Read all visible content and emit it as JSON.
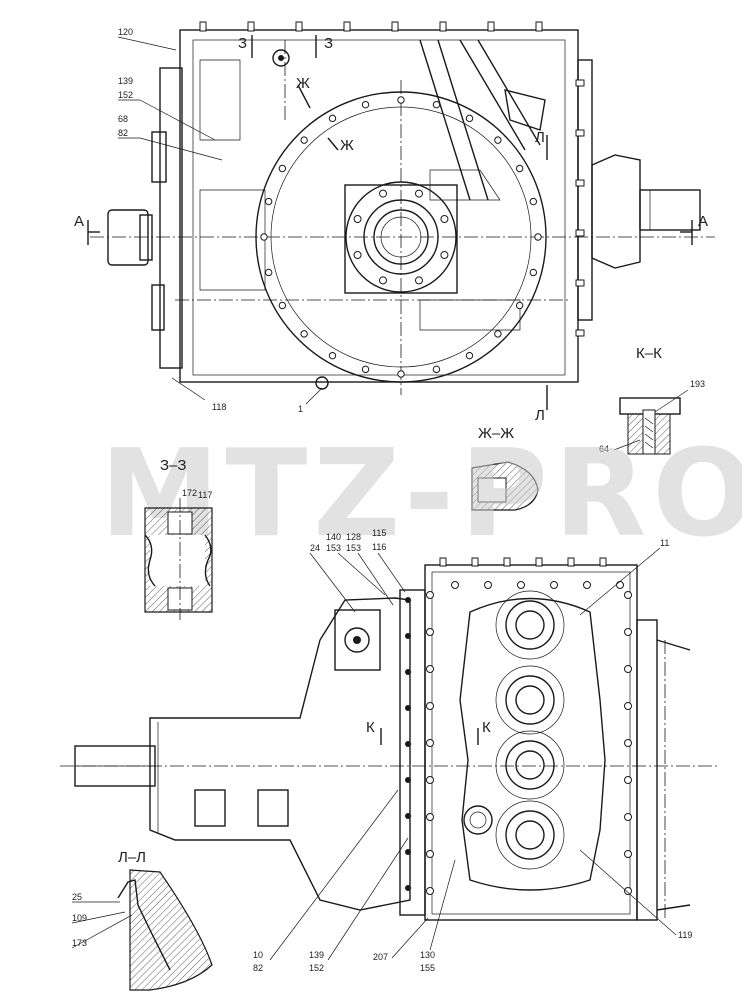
{
  "watermark": "MTZ-PRO",
  "section_titles": {
    "kk": "К–К",
    "zhzh": "Ж–Ж",
    "zz": "З–З",
    "ll": "Л–Л"
  },
  "cut_marks": {
    "a_left": "А",
    "a_right": "А",
    "z1": "З",
    "z2": "З",
    "zh1": "Ж",
    "zh2": "Ж",
    "l_top": "Л",
    "l_bottom": "Л",
    "k_left": "К",
    "k_right": "К"
  },
  "callouts": {
    "c120": "120",
    "c139a": "139",
    "c152a": "152",
    "c68": "68",
    "c82a": "82",
    "c118": "118",
    "c1": "1",
    "c193": "193",
    "c64": "64",
    "c172": "172",
    "c117": "117",
    "c140": "140",
    "c128": "128",
    "c115": "115",
    "c24": "24",
    "c153a": "153",
    "c153b": "153",
    "c116": "116",
    "c11": "11",
    "c25": "25",
    "c109": "109",
    "c173": "173",
    "c10": "10",
    "c82b": "82",
    "c139b": "139",
    "c152b": "152",
    "c207": "207",
    "c130": "130",
    "c155": "155",
    "c119": "119"
  }
}
